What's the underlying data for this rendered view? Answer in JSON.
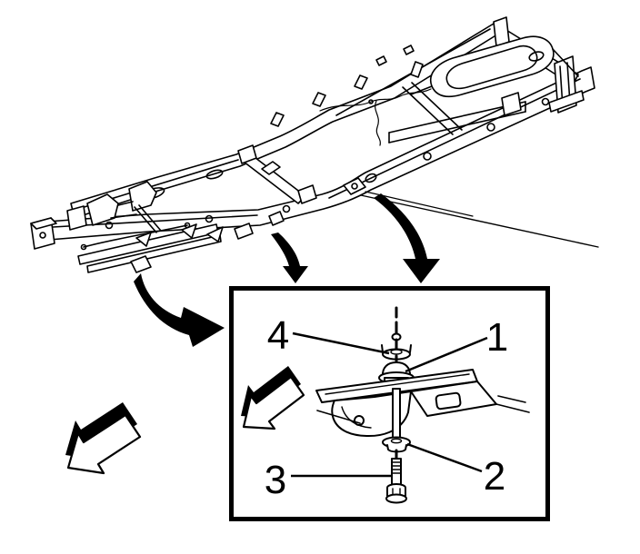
{
  "figure": {
    "ink_color": "#000000",
    "background_color": "#ffffff"
  },
  "callouts": {
    "upper_cushion": "1",
    "lower_cushion": "2",
    "bolt": "3",
    "retainer": "4"
  }
}
